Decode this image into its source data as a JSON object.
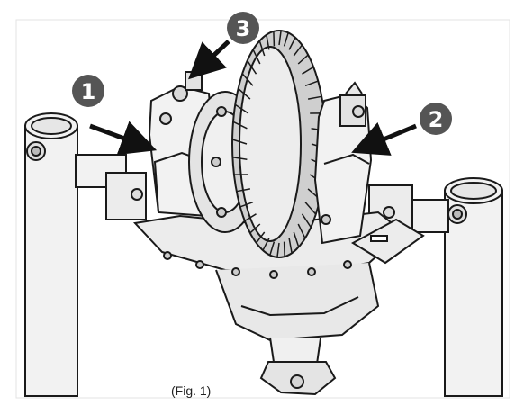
{
  "figure": {
    "caption": "(Fig. 1)",
    "callouts": [
      {
        "label": "1"
      },
      {
        "label": "2"
      },
      {
        "label": "3"
      }
    ]
  },
  "colors": {
    "line": "#1a1a1a",
    "fill": "#f2f2f2",
    "shade": "#c9c9c9",
    "callout_bg": "#555555",
    "callout_text": "#ffffff",
    "arrow": "#111111"
  }
}
